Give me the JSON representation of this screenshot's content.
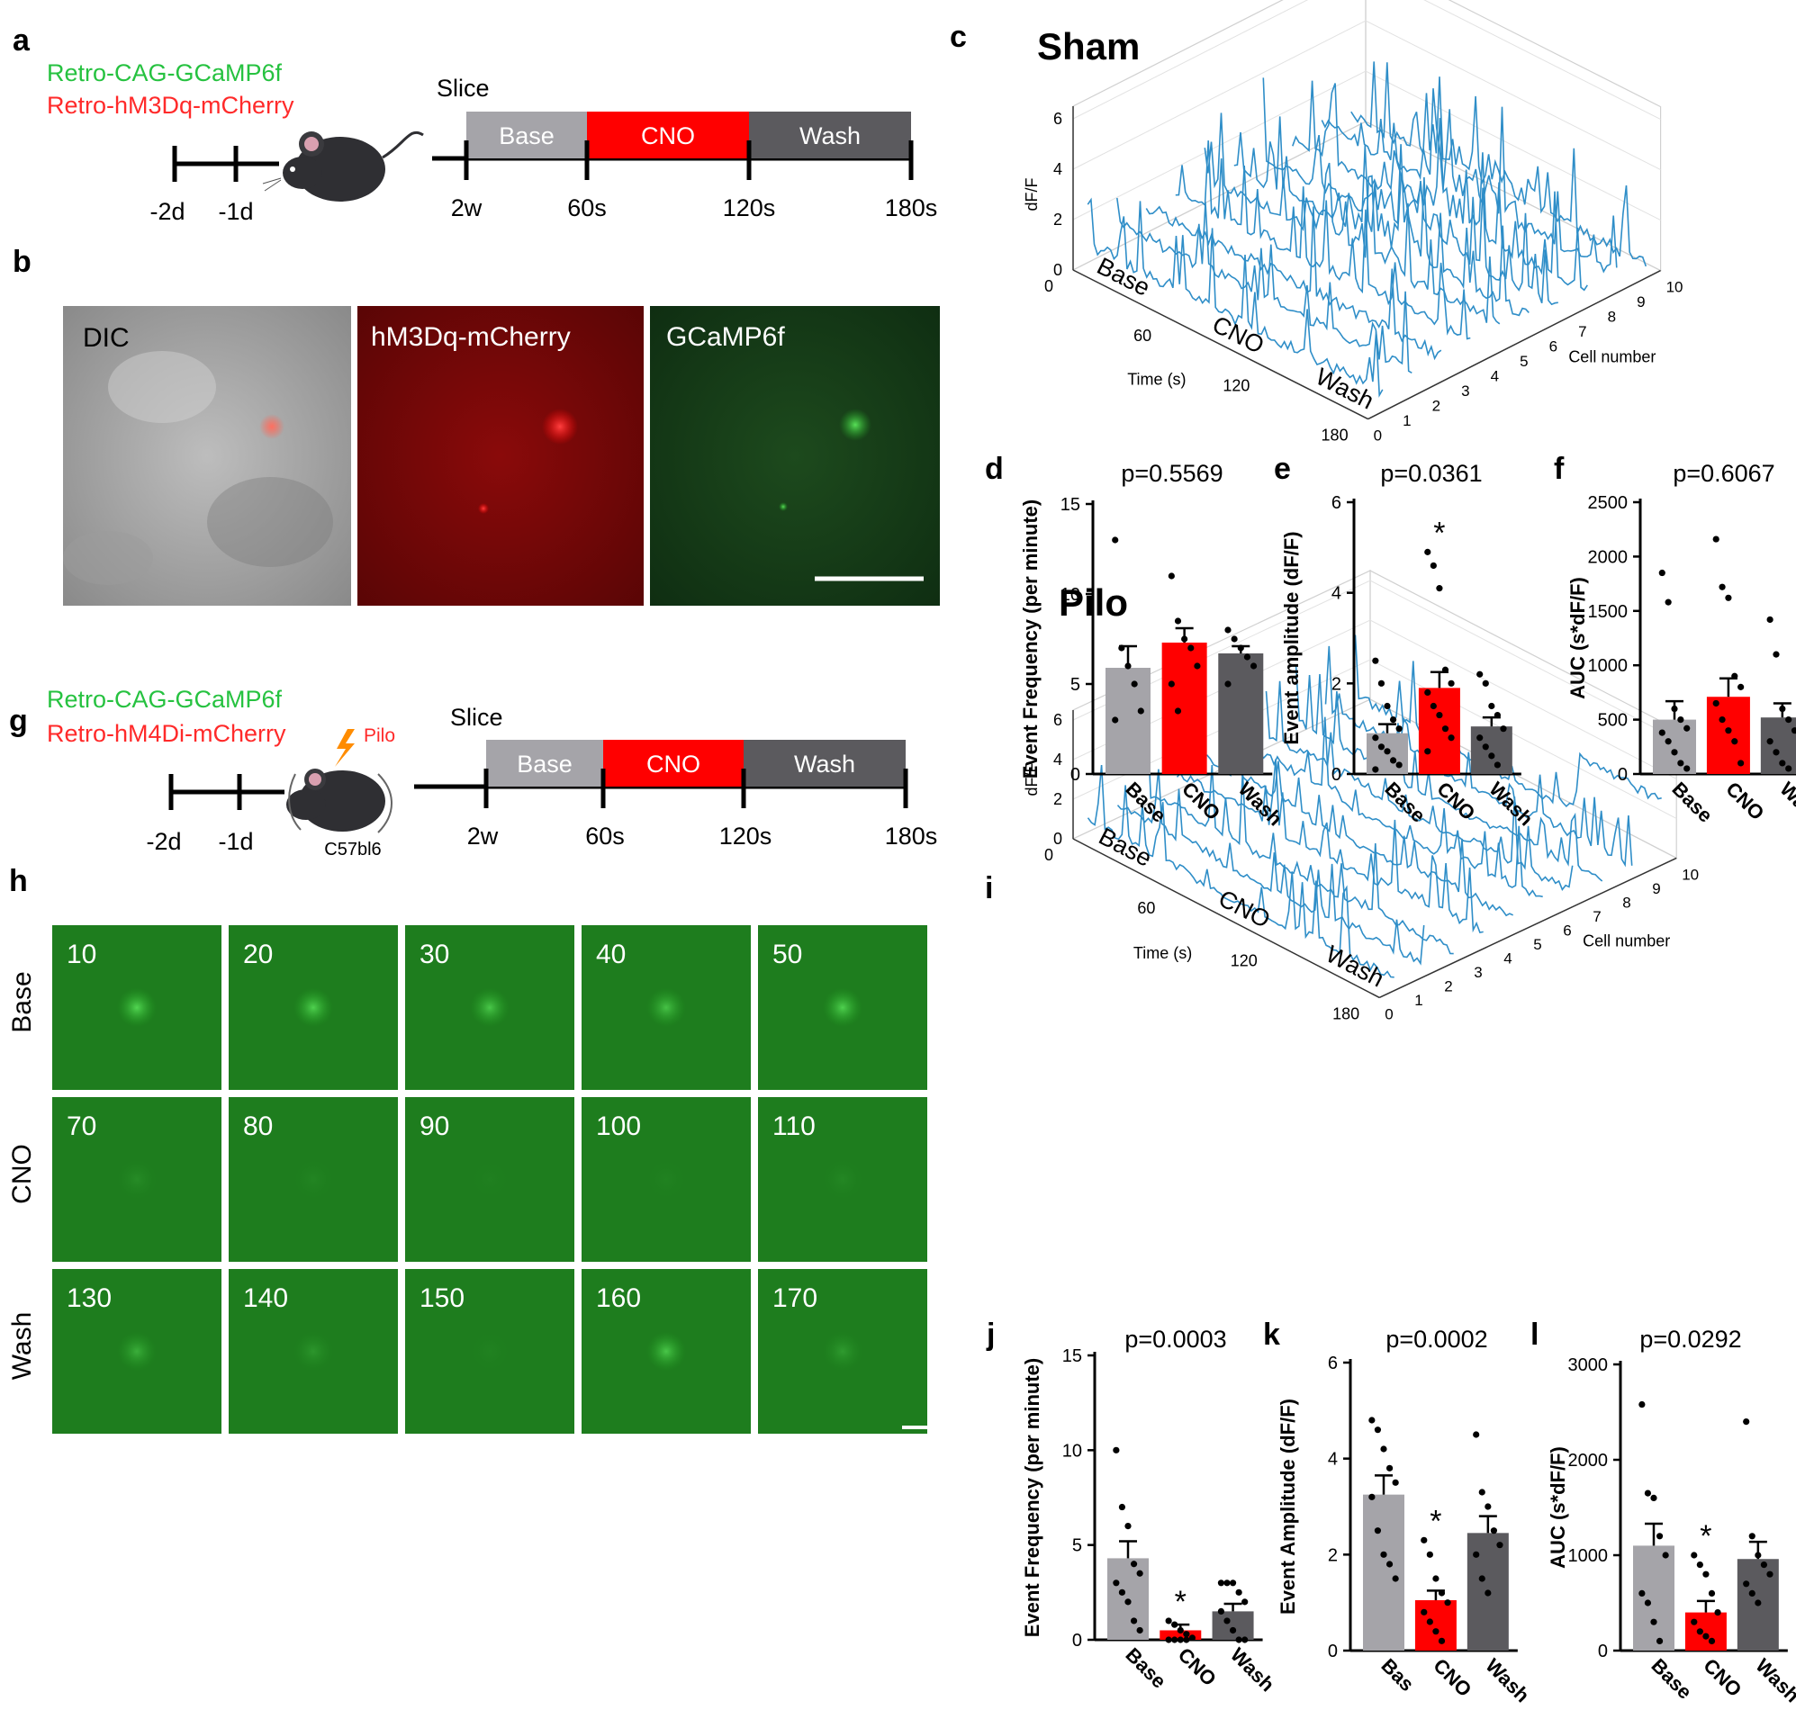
{
  "panels": {
    "a": "a",
    "b": "b",
    "c": "c",
    "d": "d",
    "e": "e",
    "f": "f",
    "g": "g",
    "h": "h",
    "i": "i",
    "j": "j",
    "k": "k",
    "l": "l"
  },
  "colors": {
    "base": "#a5a4a9",
    "cno": "#ff0000",
    "wash": "#5b5a5e",
    "green_text": "#26c240",
    "red_text": "#ff2a2a",
    "trace": "#2f8ec8",
    "pilo": "#ff8c00"
  },
  "timeline_a": {
    "virus1": "Retro-CAG-GCaMP6f",
    "virus2": "Retro-hM3Dq-mCherry",
    "slice": "Slice",
    "segments": [
      "Base",
      "CNO",
      "Wash"
    ],
    "ticks": [
      "-2d",
      "-1d",
      "2w",
      "60s",
      "120s",
      "180s"
    ]
  },
  "timeline_g": {
    "virus1": "Retro-CAG-GCaMP6f",
    "virus2": "Retro-hM4Di-mCherry",
    "pilo": "Pilo",
    "strain": "C57bl6",
    "slice": "Slice",
    "segments": [
      "Base",
      "CNO",
      "Wash"
    ],
    "ticks": [
      "-2d",
      "-1d",
      "2w",
      "60s",
      "120s",
      "180s"
    ]
  },
  "micrographs_b": [
    "DIC",
    "hM3Dq-mCherry",
    "GCaMP6f"
  ],
  "grid_h": {
    "rows": [
      "Base",
      "CNO",
      "Wash"
    ],
    "labels": [
      [
        "10",
        "20",
        "30",
        "40",
        "50"
      ],
      [
        "70",
        "80",
        "90",
        "100",
        "110"
      ],
      [
        "130",
        "140",
        "150",
        "160",
        "170"
      ]
    ],
    "brightness": [
      [
        0.9,
        0.85,
        0.75,
        0.7,
        0.85
      ],
      [
        0.15,
        0.08,
        0.03,
        0.05,
        0.1
      ],
      [
        0.5,
        0.25,
        0.05,
        0.75,
        0.3
      ]
    ]
  },
  "three_d": {
    "c": {
      "title": "Sham",
      "zlabel": "dF/F",
      "xlabel": "Time (s)",
      "ylabel": "Cell number",
      "phases": [
        "Base",
        "CNO",
        "Wash"
      ],
      "zticks": [
        "0",
        "2",
        "4",
        "6"
      ],
      "xticks": [
        "0",
        "60",
        "120",
        "180"
      ],
      "yticks": [
        "0",
        "1",
        "2",
        "3",
        "4",
        "5",
        "6",
        "7",
        "8",
        "9",
        "10"
      ]
    },
    "i": {
      "title": "Pilo",
      "zlabel": "dF/F",
      "xlabel": "Time (s)",
      "ylabel": "Cell number",
      "phases": [
        "Base",
        "CNO",
        "Wash"
      ],
      "zticks": [
        "0",
        "2",
        "4",
        "6"
      ],
      "xticks": [
        "0",
        "60",
        "120",
        "180"
      ],
      "yticks": [
        "0",
        "1",
        "2",
        "3",
        "4",
        "5",
        "6",
        "7",
        "8",
        "9",
        "10"
      ]
    }
  },
  "chart_data": [
    {
      "id": "d",
      "type": "bar",
      "p_label": "p=0.5569",
      "ylabel": "Event Frequency (per minute)",
      "categories": [
        "Base",
        "CNO",
        "Wash"
      ],
      "ylim": [
        0,
        15
      ],
      "yticks": [
        0,
        5,
        10,
        15
      ],
      "values": [
        5.9,
        7.3,
        6.7
      ],
      "sem": [
        1.2,
        0.8,
        0.4
      ],
      "points": [
        [
          13,
          7,
          6,
          5,
          3.5,
          3
        ],
        [
          11,
          8.5,
          7.5,
          7,
          6,
          5,
          3.5
        ],
        [
          8,
          7.5,
          7,
          6.5,
          6,
          5
        ]
      ],
      "significant": [
        false,
        false,
        false
      ],
      "star": "*"
    },
    {
      "id": "e",
      "type": "bar",
      "p_label": "p=0.0361",
      "ylabel": "Event amplitude (dF/F)",
      "categories": [
        "Base",
        "CNO",
        "Wash"
      ],
      "ylim": [
        0,
        6
      ],
      "yticks": [
        0,
        2,
        4,
        6
      ],
      "values": [
        0.9,
        1.9,
        1.05
      ],
      "sem": [
        0.2,
        0.35,
        0.2
      ],
      "points": [
        [
          2.5,
          2,
          1.5,
          1.2,
          1,
          0.8,
          0.6,
          0.5,
          0.3,
          0.2,
          0.1
        ],
        [
          4.9,
          4.6,
          4.1,
          2.3,
          2,
          1.8,
          1.5,
          1.3,
          1,
          0.8,
          0.5
        ],
        [
          2.2,
          2,
          1.5,
          1.3,
          1,
          0.8,
          0.6,
          0.4,
          0.2
        ]
      ],
      "significant": [
        false,
        true,
        false
      ],
      "star": "*"
    },
    {
      "id": "f",
      "type": "bar",
      "p_label": "p=0.6067",
      "ylabel": "AUC (s*dF/F)",
      "categories": [
        "Base",
        "CNO",
        "Wash"
      ],
      "ylim": [
        0,
        2500
      ],
      "yticks": [
        0,
        500,
        1000,
        1500,
        2000,
        2500
      ],
      "values": [
        500,
        710,
        520
      ],
      "sem": [
        170,
        170,
        130
      ],
      "points": [
        [
          1850,
          1580,
          600,
          500,
          420,
          380,
          300,
          200,
          100,
          50
        ],
        [
          2160,
          1720,
          1620,
          900,
          800,
          650,
          500,
          400,
          300,
          100
        ],
        [
          1420,
          1100,
          600,
          500,
          400,
          300,
          200,
          100,
          50
        ]
      ],
      "significant": [
        false,
        false,
        false
      ],
      "star": "*"
    },
    {
      "id": "j",
      "type": "bar",
      "p_label": "p=0.0003",
      "ylabel": "Event Frequency (per minute)",
      "categories": [
        "Base",
        "CNO",
        "Wash"
      ],
      "ylim": [
        0,
        15
      ],
      "yticks": [
        0,
        5,
        10,
        15
      ],
      "values": [
        4.3,
        0.5,
        1.5
      ],
      "sem": [
        0.9,
        0.3,
        0.4
      ],
      "points": [
        [
          10,
          7,
          6,
          4,
          3.5,
          3,
          2.5,
          2,
          1,
          0.5
        ],
        [
          1,
          0.8,
          0.5,
          0.3,
          0.1,
          0,
          0,
          0,
          0
        ],
        [
          3,
          3,
          3,
          2.5,
          2,
          1.5,
          1,
          0.5,
          0,
          0
        ]
      ],
      "significant": [
        false,
        true,
        false
      ],
      "star": "*"
    },
    {
      "id": "k",
      "type": "bar",
      "p_label": "p=0.0002",
      "ylabel": "Event Amplitude (dF/F)",
      "categories": [
        "Bas",
        "CNO",
        "Wash"
      ],
      "ylim": [
        0,
        6
      ],
      "yticks": [
        0,
        2,
        4,
        6
      ],
      "values": [
        3.25,
        1.05,
        2.45
      ],
      "sem": [
        0.4,
        0.2,
        0.35
      ],
      "points": [
        [
          4.8,
          4.6,
          4.2,
          3.8,
          3.5,
          3.2,
          2.5,
          2,
          1.8,
          1.5
        ],
        [
          2.3,
          2,
          1.5,
          1.2,
          1,
          0.8,
          0.6,
          0.4,
          0.2
        ],
        [
          4.5,
          3.3,
          3,
          2.5,
          2.2,
          2,
          1.5,
          1.2
        ]
      ],
      "significant": [
        false,
        true,
        false
      ],
      "star": "*"
    },
    {
      "id": "l",
      "type": "bar",
      "p_label": "p=0.0292",
      "ylabel": "AUC (s*dF/F)",
      "categories": [
        "Base",
        "CNO",
        "Wash"
      ],
      "ylim": [
        0,
        3000
      ],
      "yticks": [
        0,
        1000,
        2000,
        3000
      ],
      "values": [
        1100,
        400,
        960
      ],
      "sem": [
        230,
        120,
        180
      ],
      "points": [
        [
          2580,
          1650,
          1600,
          1200,
          1000,
          600,
          500,
          300,
          100
        ],
        [
          1000,
          900,
          800,
          600,
          400,
          300,
          200,
          150,
          100
        ],
        [
          2400,
          1200,
          1000,
          900,
          800,
          700,
          600,
          500
        ]
      ],
      "significant": [
        false,
        true,
        false
      ],
      "star": "*"
    }
  ]
}
